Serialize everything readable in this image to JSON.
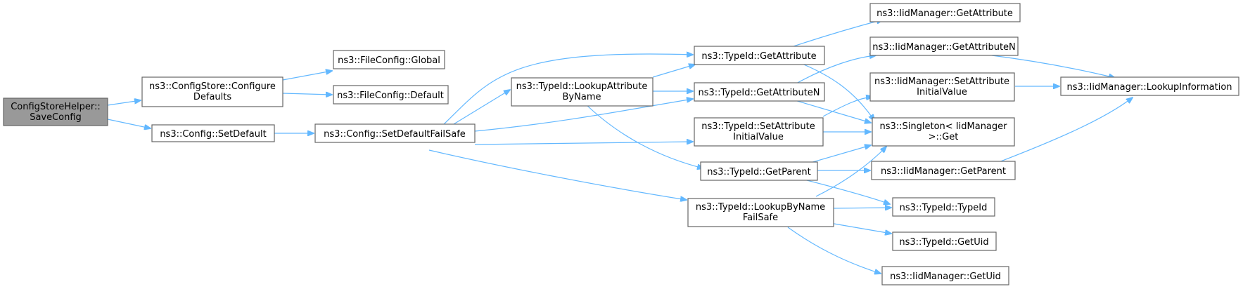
{
  "diagram": {
    "colors": {
      "edge": "#63b8ff",
      "node_border": "#666666",
      "root_fill": "#999999",
      "node_fill": "#ffffff"
    },
    "nodes": {
      "root": [
        "ConfigStoreHelper::",
        "SaveConfig"
      ],
      "cs_configure": [
        "ns3::ConfigStore::Configure",
        "Defaults"
      ],
      "cfg_setdefault": [
        "ns3::Config::SetDefault"
      ],
      "fc_global": [
        "ns3::FileConfig::Global"
      ],
      "fc_default": [
        "ns3::FileConfig::Default"
      ],
      "cfg_setdefaultfs": [
        "ns3::Config::SetDefaultFailSafe"
      ],
      "tid_lookupattr": [
        "ns3::TypeId::LookupAttribute",
        "ByName"
      ],
      "tid_getattr": [
        "ns3::TypeId::GetAttribute"
      ],
      "tid_getattrn": [
        "ns3::TypeId::GetAttributeN"
      ],
      "tid_setattrinit": [
        "ns3::TypeId::SetAttribute",
        "InitialValue"
      ],
      "tid_getparent": [
        "ns3::TypeId::GetParent"
      ],
      "tid_lookupbyname": [
        "ns3::TypeId::LookupByName",
        "FailSafe"
      ],
      "iid_getattr": [
        "ns3::IidManager::GetAttribute"
      ],
      "iid_getattrn": [
        "ns3::IidManager::GetAttributeN"
      ],
      "iid_setattrinit": [
        "ns3::IidManager::SetAttribute",
        "InitialValue"
      ],
      "singleton_get": [
        "ns3::Singleton< IidManager",
        ">::Get"
      ],
      "iid_getparent": [
        "ns3::IidManager::GetParent"
      ],
      "tid_typeid": [
        "ns3::TypeId::TypeId"
      ],
      "tid_getuid": [
        "ns3::TypeId::GetUid"
      ],
      "iid_getuid": [
        "ns3::IidManager::GetUid"
      ],
      "iid_lookupinfo": [
        "ns3::IidManager::LookupInformation"
      ]
    }
  }
}
